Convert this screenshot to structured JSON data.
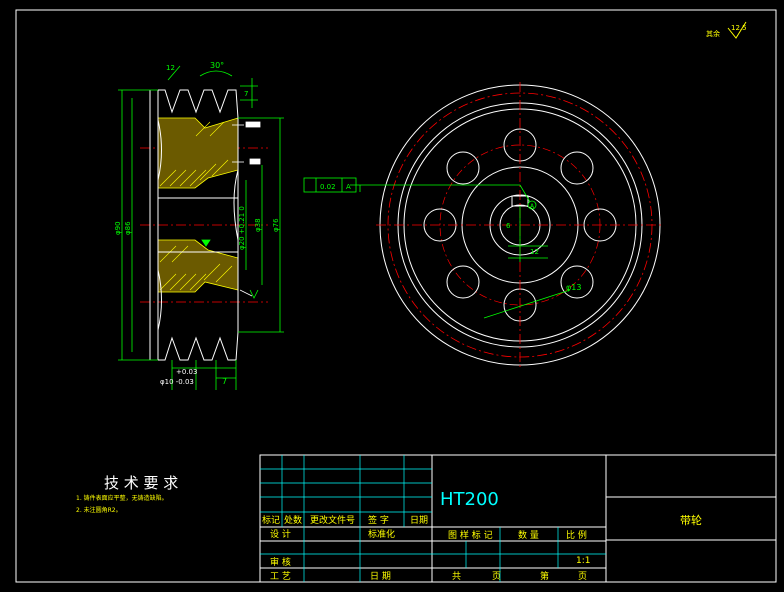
{
  "drawing": {
    "roughness_symbol": {
      "prefix": "其余",
      "value": "12.5"
    },
    "tech_requirements": {
      "title": "技 术 要 求",
      "items": [
        "1. 铸件表面应平整，无铸造缺陷。",
        "2. 未注圆角R2。"
      ]
    },
    "material": "HT200",
    "part_name": "带轮",
    "scale": "1:1",
    "title_block": {
      "rev_headers": [
        "标记",
        "处数",
        "更改文件号",
        "签 字",
        "日期"
      ],
      "row_design": [
        "设 计",
        "标准化"
      ],
      "row_check": "审 核",
      "row_process": [
        "工 艺",
        "日 期"
      ],
      "mid_headers": [
        "图 样 标 记",
        "数 量",
        "比 例"
      ],
      "bottom": [
        "共",
        "页",
        "第",
        "页"
      ]
    },
    "dims_side": {
      "angle": "30°",
      "small_top": "12",
      "dia_outer": "φ90",
      "dia_body": "φ86",
      "dia_bore": "φ20 +0.21 0",
      "dia_hub": "φ38",
      "dia_hub2": "φ76",
      "tol": "+0.03",
      "tol2": "φ10 -0.03",
      "width": "7",
      "right_dim": "7"
    },
    "dims_front": {
      "tolerance_frame": [
        "0.02",
        "A"
      ],
      "datum": "A",
      "keyway": "6",
      "keyway_w": "12",
      "hole_dia": "φ13"
    }
  }
}
